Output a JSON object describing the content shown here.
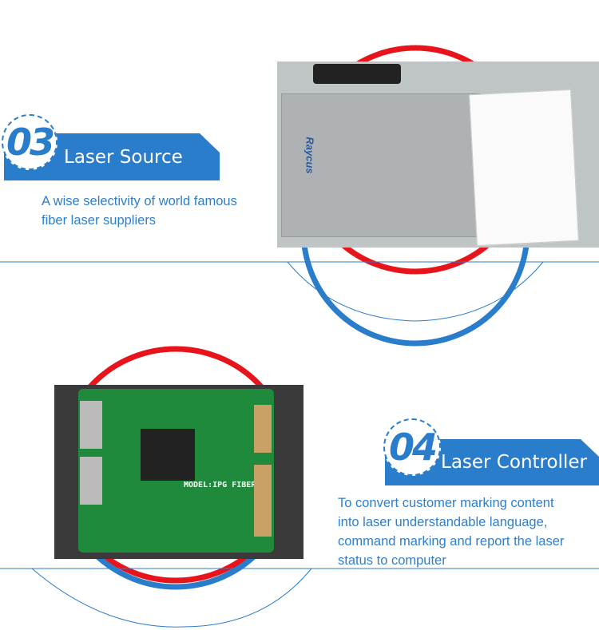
{
  "sections": [
    {
      "number": "03",
      "title": "Laser Source",
      "description": [
        "A wise selectivity of world famous",
        "fiber laser suppliers"
      ],
      "photo_brand": "Raycus"
    },
    {
      "number": "04",
      "title": "Laser Controller",
      "description": [
        "To convert customer marking content",
        "into laser understandable language,",
        "command marking and report the laser",
        "status to computer"
      ],
      "photo_label": "MODEL:IPG FIBER"
    }
  ],
  "colors": {
    "accent": "#2a7dcb",
    "red": "#e8141c"
  }
}
